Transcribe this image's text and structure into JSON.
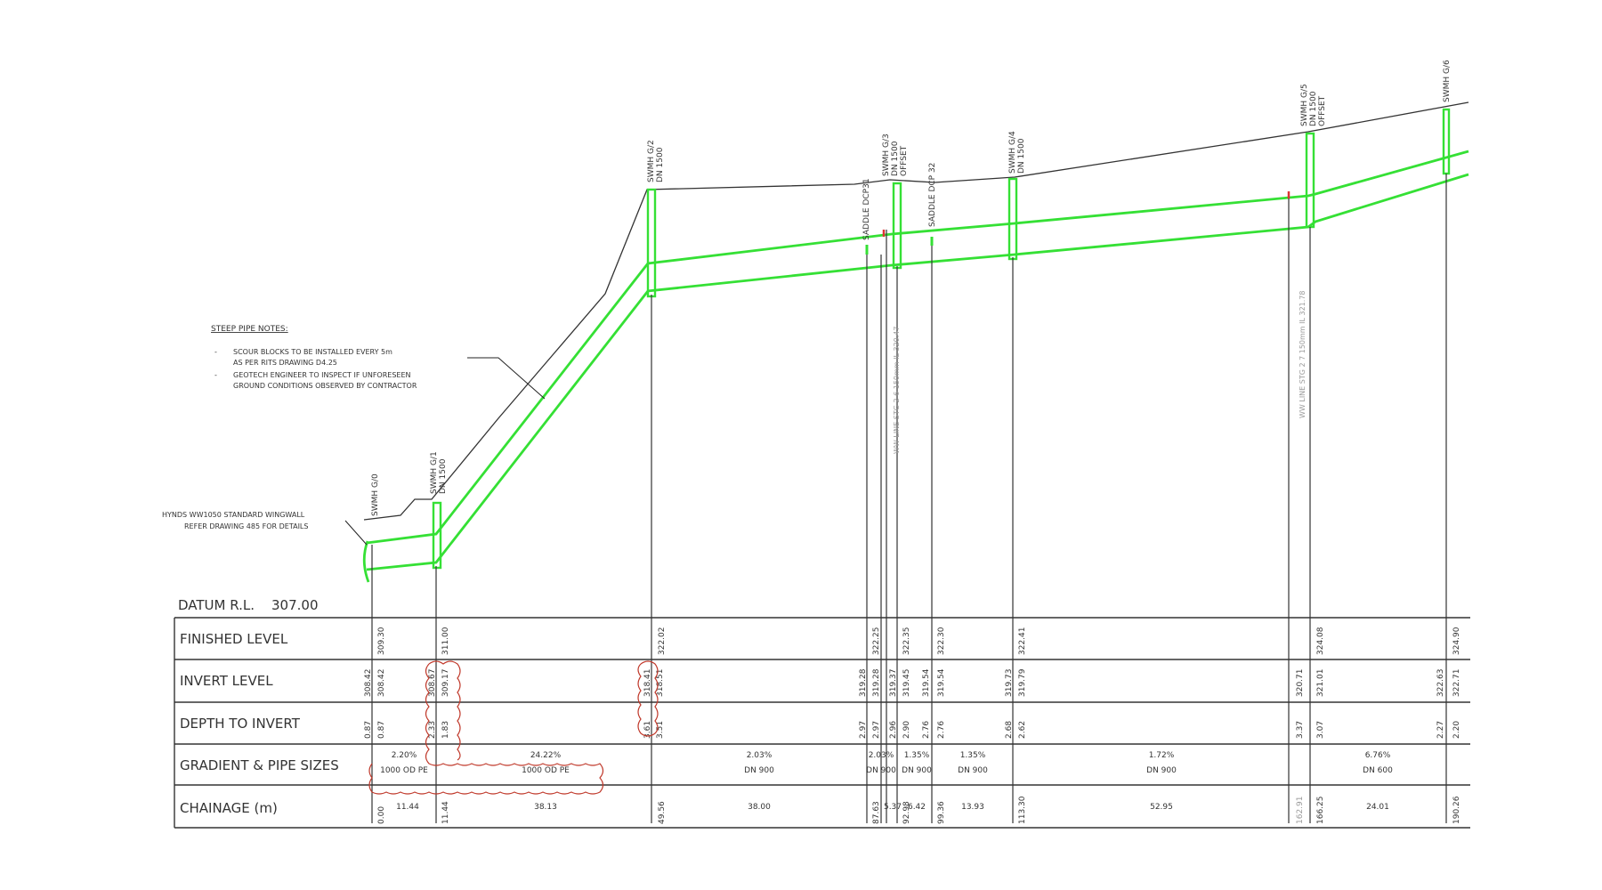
{
  "datum": {
    "label": "DATUM R.L.",
    "value": "307.00"
  },
  "rows": [
    "FINISHED LEVEL",
    "INVERT LEVEL",
    "DEPTH TO INVERT",
    "GRADIENT & PIPE SIZES",
    "CHAINAGE (m)"
  ],
  "manholes": [
    {
      "id": "g0",
      "label": [
        "SWMH G/0"
      ]
    },
    {
      "id": "g1",
      "label": [
        "SWMH G/1",
        "DN 1500"
      ]
    },
    {
      "id": "g2",
      "label": [
        "SWMH G/2",
        "DN 1500"
      ]
    },
    {
      "id": "dcp31",
      "label": [
        "SADDLE DCP31"
      ]
    },
    {
      "id": "g3",
      "label": [
        "SWMH G/3",
        "DN 1500",
        "OFFSET"
      ]
    },
    {
      "id": "dcp32",
      "label": [
        "SADDLE DCP 32"
      ]
    },
    {
      "id": "g4",
      "label": [
        "SWMH G/4",
        "DN 1500"
      ]
    },
    {
      "id": "g5",
      "label": [
        "SWMH G/5",
        "DN 1500",
        "OFFSET"
      ]
    },
    {
      "id": "g6",
      "label": [
        "SWMH G/6"
      ]
    }
  ],
  "notes": {
    "title": "STEEP PIPE NOTES:",
    "items": [
      "SCOUR BLOCKS TO BE INSTALLED EVERY 5m",
      "AS PER RITS DRAWING D4.25",
      "GEOTECH ENGINEER TO INSPECT IF UNFORESEEN",
      "GROUND CONDITIONS OBSERVED BY CONTRACTOR"
    ]
  },
  "wingwall_note": [
    "HYNDS WW1050 STANDARD WINGWALL",
    "REFER DRAWING 485 FOR DETAILS"
  ],
  "ww_lines": [
    "WW LINE STG 2 6 150mm IL 320.47",
    "WW LINE STG 2 7 150mm IL 321.78"
  ],
  "table": {
    "finished": [
      "309.30",
      "311.00",
      "322.02",
      "322.25",
      "322.35",
      "322.30",
      "322.41",
      "324.08",
      "324.90"
    ],
    "invert": [
      "308.42",
      "308.42",
      "308.67",
      "309.17",
      "318.41",
      "318.51",
      "319.28",
      "319.28",
      "319.37",
      "319.45",
      "319.54",
      "319.54",
      "319.73",
      "319.79",
      "320.71",
      "321.01",
      "322.63",
      "322.71"
    ],
    "depth": [
      "0.87",
      "0.87",
      "2.33",
      "1.83",
      "3.61",
      "3.51",
      "2.97",
      "2.97",
      "2.96",
      "2.90",
      "2.76",
      "2.76",
      "2.68",
      "2.62",
      "3.37",
      "3.07",
      "2.27",
      "2.20"
    ],
    "gradients": [
      {
        "grade": "2.20%",
        "pipe": "1000 OD PE"
      },
      {
        "grade": "24.22%",
        "pipe": "1000 OD PE"
      },
      {
        "grade": "2.03%",
        "pipe": "DN 900"
      },
      {
        "grade": "2.03%",
        "pipe": "DN 900"
      },
      {
        "grade": "1.35%",
        "pipe": "DN 900"
      },
      {
        "grade": "1.35%",
        "pipe": "DN 900"
      },
      {
        "grade": "1.72%",
        "pipe": "DN 900"
      },
      {
        "grade": "6.76%",
        "pipe": "DN 600"
      }
    ],
    "chainage_points": [
      "0.00",
      "11.44",
      "49.56",
      "87.63",
      "92.98",
      "99.36",
      "113.30",
      "162.91",
      "166.25",
      "190.26"
    ],
    "chainage_segments": [
      "11.44",
      "38.13",
      "38.00",
      "5.37",
      "6.42",
      "13.93",
      "52.95",
      "24.01"
    ]
  },
  "colors": {
    "pipe": "#35e035",
    "ground": "#333333",
    "markup": "#c0392b",
    "grid": "#333333"
  }
}
